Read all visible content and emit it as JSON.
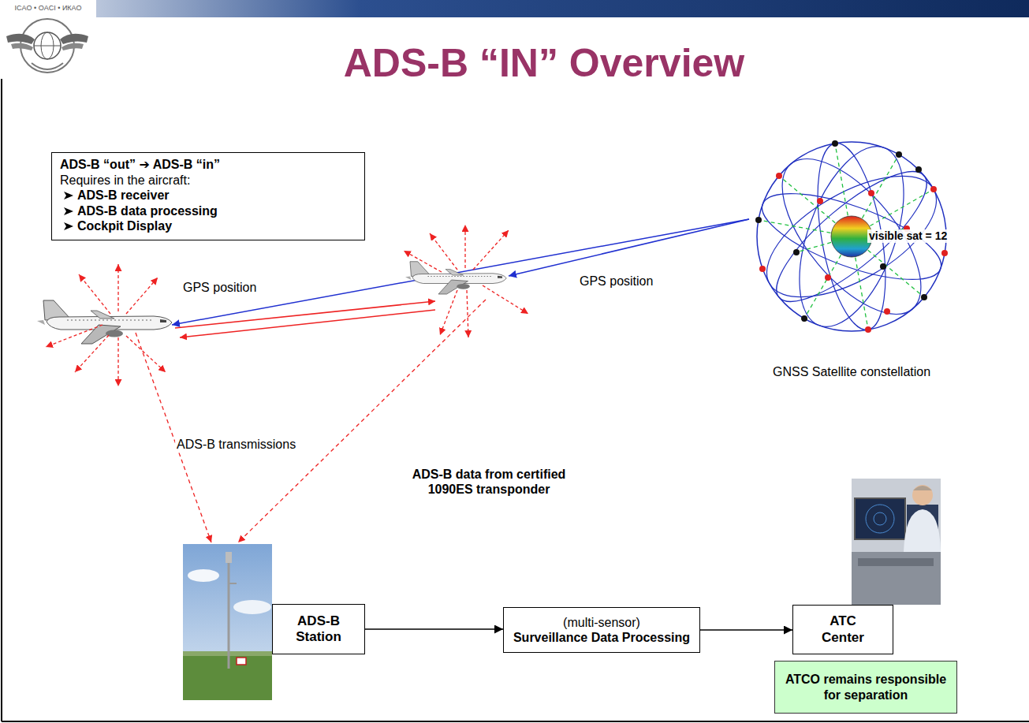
{
  "diagram": {
    "title": "ADS-B “IN” Overview",
    "nodes": [
      {
        "text": [
          "ADS-B “out” ➔ ADS-B “in”",
          "Requires in the aircraft:",
          "ADS-B receiver",
          "ADS-B data processing",
          "Cockpit Display"
        ]
      },
      {
        "text": [
          "ADS-B Station"
        ]
      },
      {
        "text": [
          "(multi-sensor)",
          "Surveillance Data Processing"
        ]
      },
      {
        "text": [
          "ATC Center"
        ]
      },
      {
        "text": [
          "ATCO remains responsible for separation"
        ]
      }
    ],
    "edges": [
      {
        "from": 1,
        "to": 2,
        "arrow": "to"
      },
      {
        "from": 2,
        "to": 3,
        "arrow": "to"
      }
    ],
    "labels": [
      "ICAO • OACI • ИКАО",
      "GPS position",
      "GPS position",
      "visible sat = 12",
      "GNSS Satellite constellation",
      "ADS-B transmissions",
      "ADS-B data from certified 1090ES transponder"
    ]
  }
}
